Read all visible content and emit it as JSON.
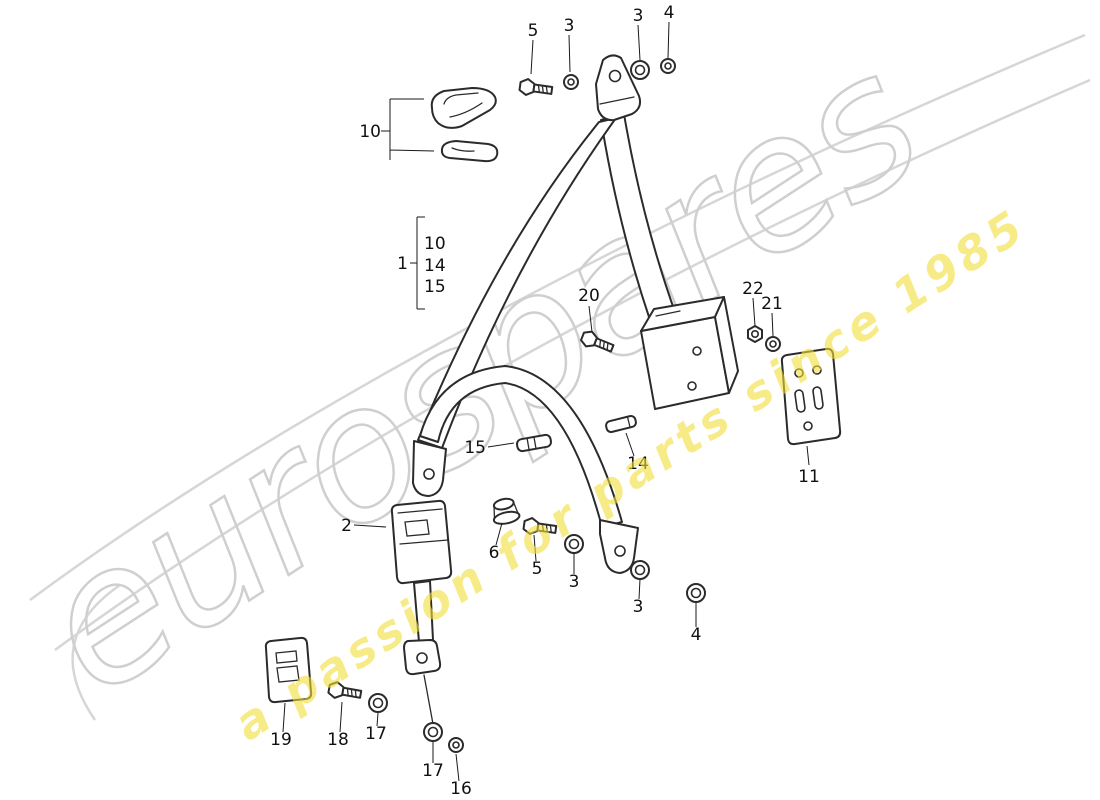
{
  "page": {
    "background": "#ffffff"
  },
  "watermark": {
    "brand": "eurospares",
    "tagline": "a passion for parts since 1985",
    "brand_outline_color": "#c7c7c7",
    "swoosh_color": "#cfcfcf",
    "tagline_color": "#f2de3a"
  },
  "diagram": {
    "line_color": "#2b2b2b",
    "labels": [
      "5",
      "3",
      "3",
      "4",
      "10",
      "1",
      "10",
      "14",
      "15",
      "20",
      "22",
      "21",
      "15",
      "14",
      "11",
      "2",
      "6",
      "5",
      "3",
      "3",
      "4",
      "19",
      "18",
      "17",
      "17",
      "16"
    ]
  }
}
